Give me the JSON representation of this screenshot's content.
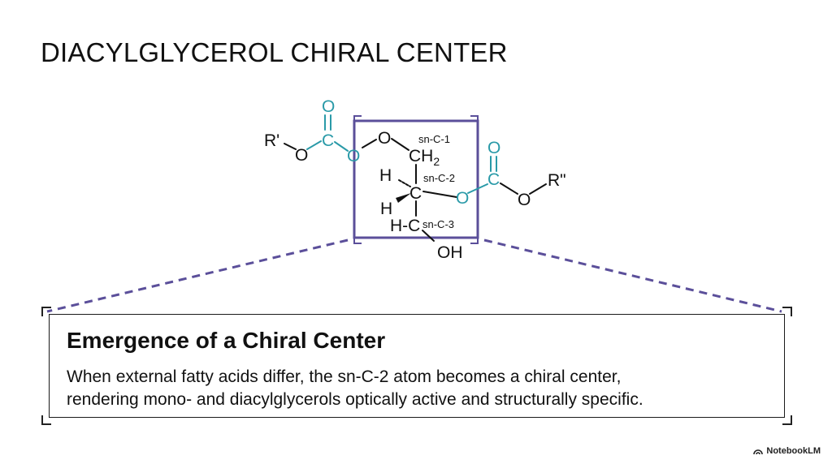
{
  "title": "DIACYLGLYCEROL CHIRAL CENTER",
  "molecule": {
    "r_prime": "R'",
    "r_double_prime": "R\"",
    "o_ester_left": "O",
    "c_carbonyl_left": "C",
    "o_carbonyl_left": "O",
    "o_link_left": "O",
    "o_sn1": "O",
    "ch2": "CH",
    "ch2_sub": "2",
    "h_upper": "H",
    "h_lower": "H",
    "c_center": "C",
    "o_link_right": "O",
    "c_carbonyl_right": "C",
    "o_carbonyl_right": "O",
    "o_ester_right": "O",
    "hc3": "H-C",
    "oh": "OH",
    "label_sn1": "sn-C-1",
    "label_sn2": "sn-C-2",
    "label_sn3": "sn-C-3"
  },
  "callout": {
    "heading": "Emergence of a Chiral Center",
    "body_line1": "When external fatty acids differ, the sn-C-2 atom becomes a chiral center,",
    "body_line2": "rendering mono- and diacylglycerols optically active and structurally specific."
  },
  "brand": {
    "name": "NotebookLM"
  },
  "colors": {
    "ester_teal": "#2a9aa8",
    "highlight_purple": "#5b4f9a",
    "text": "#111111"
  }
}
